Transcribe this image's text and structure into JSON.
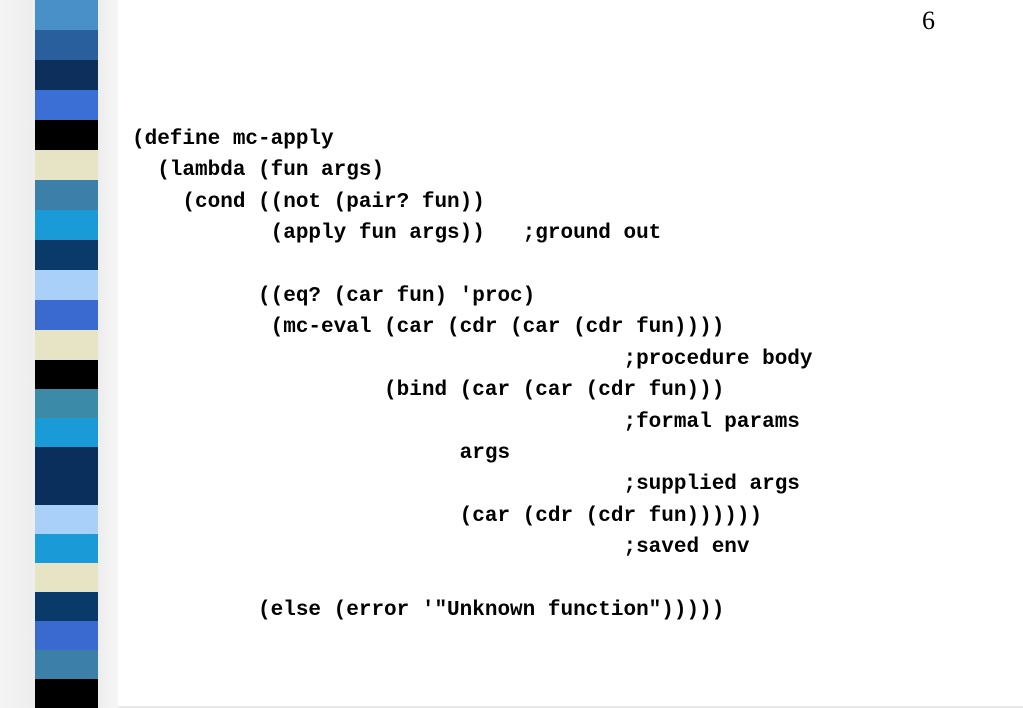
{
  "slide": {
    "page_number": "6",
    "code_lines": [
      "(define mc-apply",
      "  (lambda (fun args)",
      "    (cond ((not (pair? fun))",
      "           (apply fun args))   ;ground out",
      "",
      "          ((eq? (car fun) 'proc)",
      "           (mc-eval (car (cdr (car (cdr fun))))",
      "                                       ;procedure body",
      "                    (bind (car (car (cdr fun)))",
      "                                       ;formal params",
      "                          args",
      "                                       ;supplied args",
      "                          (car (cdr (cdr fun))))))",
      "                                       ;saved env",
      "",
      "          (else (error '\"Unknown function\")))))"
    ]
  },
  "decoration": {
    "stripe_colors": [
      "#4a90c8",
      "#2a5f9e",
      "#0c2f5c",
      "#3b6fd6",
      "#000000",
      "#e6e4c4",
      "#3c7fa8",
      "#1a9ad6",
      "#0a3a6a",
      "#a8d0f8",
      "#3a6ad0",
      "#e6e4c4",
      "#000000",
      "#3a8aa8",
      "#1a9ad6",
      "#0a2f5c",
      "#0a2f5c",
      "#a8d0f8",
      "#1a9ad6",
      "#e6e4c4",
      "#0a3a6a",
      "#3a6ad0",
      "#3c7fa8",
      "#000000"
    ]
  }
}
